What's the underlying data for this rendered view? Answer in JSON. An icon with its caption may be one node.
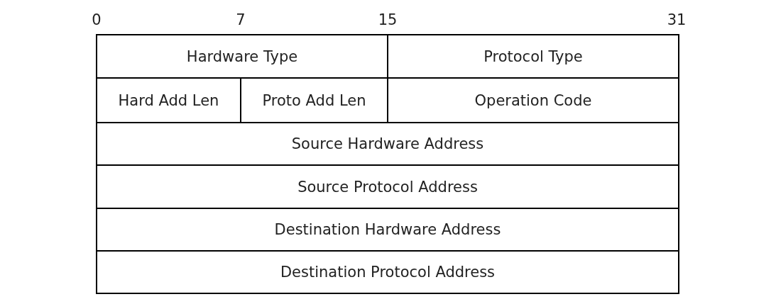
{
  "diagram": {
    "nodes": [
      {
        "text": [
          "Hardware Type"
        ]
      },
      {
        "text": [
          "Protocol Type"
        ]
      },
      {
        "text": [
          "Hard Add Len"
        ]
      },
      {
        "text": [
          "Proto Add Len"
        ]
      },
      {
        "text": [
          "Operation Code"
        ]
      },
      {
        "text": [
          "Source Hardware Address"
        ]
      },
      {
        "text": [
          "Source Protocol Address"
        ]
      },
      {
        "text": [
          "Destination Hardware Address"
        ]
      },
      {
        "text": [
          "Destination Protocol Address"
        ]
      }
    ],
    "labels": [
      "0",
      "7",
      "15",
      "31"
    ]
  }
}
